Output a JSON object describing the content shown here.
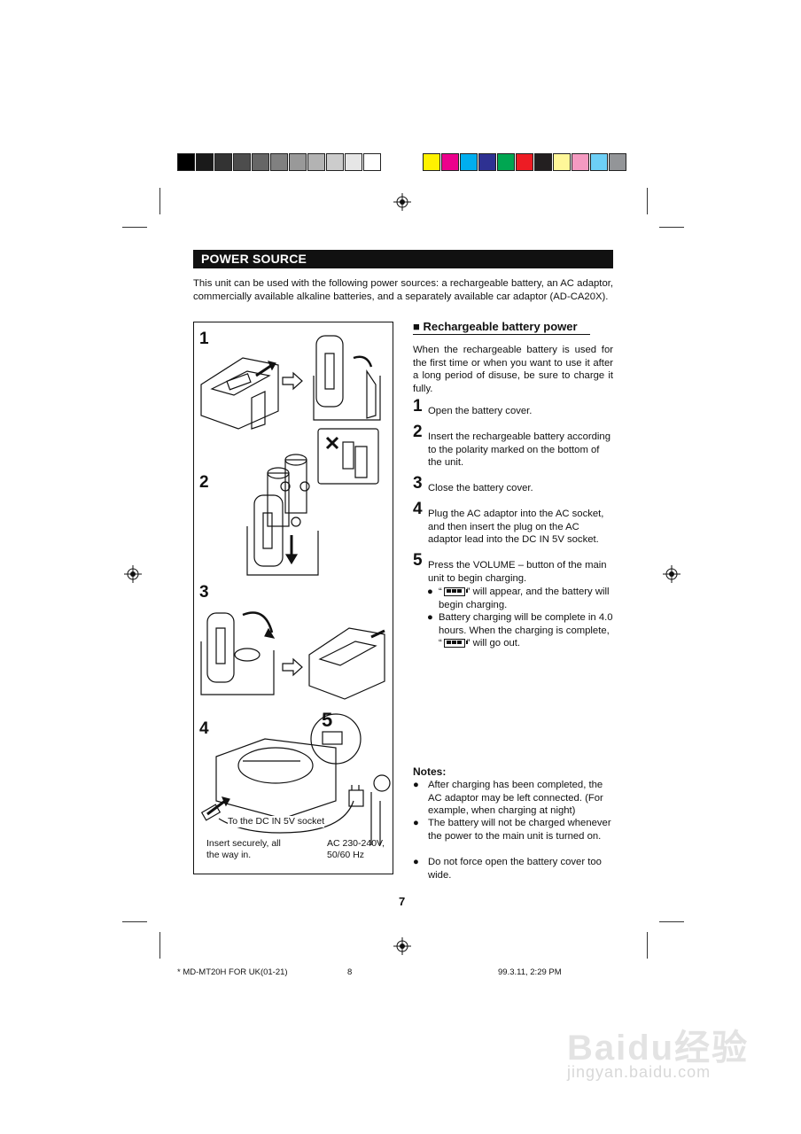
{
  "section_title": "POWER SOURCE",
  "intro": "This unit can be used with the following power sources: a rechargeable battery, an AC adaptor, commercially available alkaline batteries, and a separately available car adaptor (AD-CA20X).",
  "figure": {
    "steps": [
      "1",
      "2",
      "3",
      "4"
    ],
    "callout": "5",
    "label_dcin": "To the DC IN 5V socket",
    "label_insert": "Insert securely, all the way in.",
    "label_ac": "AC 230-240V, 50/60 Hz"
  },
  "subsection_title": "Rechargeable battery power",
  "subsection_intro": "When the rechargeable battery is used for the first time or when you want to use it after a long period of disuse, be sure to charge it fully.",
  "steps": [
    {
      "num": "1",
      "text": "Open the battery cover."
    },
    {
      "num": "2",
      "text": "Insert the rechargeable battery according to the polarity marked on the bottom of the unit."
    },
    {
      "num": "3",
      "text": "Close the battery cover."
    },
    {
      "num": "4",
      "text": "Plug the AC adaptor into the AC socket, and then insert the plug on the AC adaptor lead into the DC IN 5V socket."
    },
    {
      "num": "5",
      "text": "Press the VOLUME – button of the main unit to begin charging."
    }
  ],
  "bullets": [
    {
      "pre": "“",
      "post": "” will appear, and the battery will begin charging."
    },
    {
      "pre": "Battery charging will be complete in 4.0 hours. When the charging is complete, “",
      "post": "” will go out."
    }
  ],
  "notes_title": "Notes:",
  "notes": [
    "After charging has been completed, the AC adaptor may be left connected. (For example, when charging at night)",
    "The battery will not be charged whenever the power to the main unit is turned on.",
    "Do not force open the battery cover too wide."
  ],
  "page_number": "7",
  "footer": {
    "left": "*  MD-MT20H FOR UK(01-21)",
    "center": "8",
    "right": "99.3.11, 2:29 PM"
  },
  "watermark": {
    "brand": "Baidu经验",
    "url": "jingyan.baidu.com"
  },
  "colors": {
    "gray_bar": [
      "#000000",
      "#1a1a1a",
      "#333333",
      "#4d4d4d",
      "#666666",
      "#808080",
      "#999999",
      "#b3b3b3",
      "#cccccc",
      "#e6e6e6",
      "#ffffff"
    ],
    "color_bar": [
      "#fff200",
      "#ec008c",
      "#00aeef",
      "#2e3192",
      "#00a651",
      "#ed1c24",
      "#231f20",
      "#fff799",
      "#f49ac1",
      "#6dcff6",
      "#939598"
    ]
  }
}
